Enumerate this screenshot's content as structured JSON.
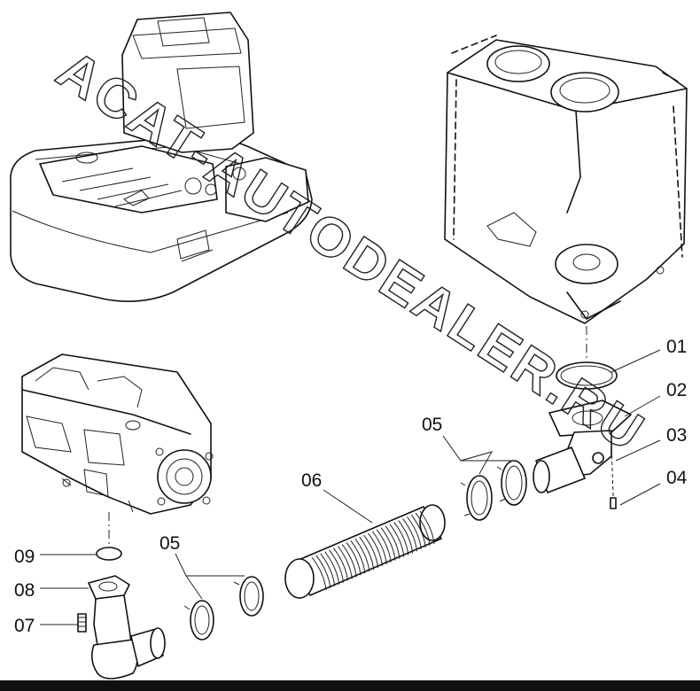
{
  "watermark": "ACAT-AUTODEALER.RU",
  "callouts": {
    "p01": "01",
    "p02": "02",
    "p03": "03",
    "p04": "04",
    "p05a": "05",
    "p05b": "05",
    "p06": "06",
    "p07": "07",
    "p08": "08",
    "p09": "09"
  }
}
